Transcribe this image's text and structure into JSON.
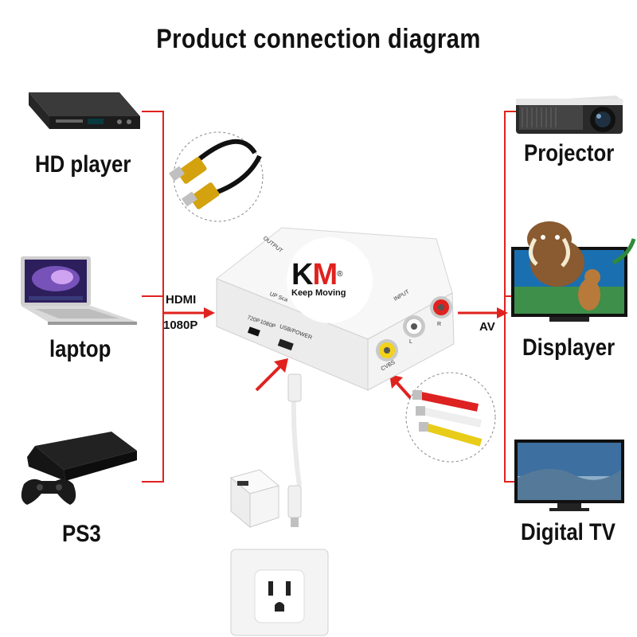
{
  "title": "Product connection diagram",
  "left_devices": {
    "hd_player": "HD player",
    "laptop": "laptop",
    "ps3": "PS3"
  },
  "right_devices": {
    "projector": "Projector",
    "displayer": "Displayer",
    "digital_tv": "Digital  TV"
  },
  "input_label": {
    "line1": "HDMI",
    "line2": "1080P"
  },
  "output_label": "AV",
  "converter": {
    "brand": "KM",
    "brand_tagline": "Keep Moving",
    "output_text": "OUTPUT",
    "input_text": "INPUT",
    "usb_power_text": "USB/POWER",
    "res_720": "720P",
    "res_1080": "1080P",
    "cvbs_text": "CVBS",
    "l_text": "L",
    "r_text": "R",
    "upscale_text": "UP Sca"
  },
  "colors": {
    "arrow": "#e0221f",
    "bracket": "#e0221f",
    "cvbs_port": "#f2d21a",
    "l_port": "#ffffff",
    "r_port": "#e0221f"
  }
}
